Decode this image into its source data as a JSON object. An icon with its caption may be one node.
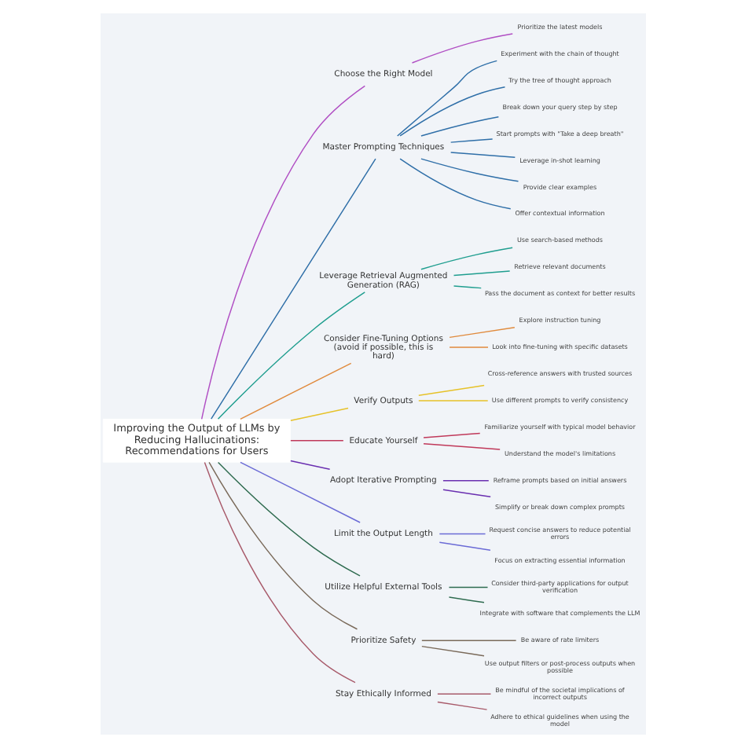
{
  "diagram": {
    "nodes": [
      {
        "text": [
          "Improving the Output of LLMs by Reducing Hallucinations: Recommendations for Users"
        ]
      },
      {
        "text": [
          "Choose the Right Model"
        ]
      },
      {
        "text": [
          "Prioritize the latest models"
        ]
      },
      {
        "text": [
          "Master Prompting Techniques"
        ]
      },
      {
        "text": [
          "Experiment with the chain of thought"
        ]
      },
      {
        "text": [
          "Try the tree of thought approach"
        ]
      },
      {
        "text": [
          "Break down your query step by step"
        ]
      },
      {
        "text": [
          "Start prompts with \"Take a deep breath\""
        ]
      },
      {
        "text": [
          "Leverage in-shot learning"
        ]
      },
      {
        "text": [
          "Provide clear examples"
        ]
      },
      {
        "text": [
          "Offer contextual information"
        ]
      },
      {
        "text": [
          "Leverage Retrieval Augmented Generation (RAG)"
        ]
      },
      {
        "text": [
          "Use search-based methods"
        ]
      },
      {
        "text": [
          "Retrieve relevant documents"
        ]
      },
      {
        "text": [
          "Pass the document as context for better results"
        ]
      },
      {
        "text": [
          "Consider Fine-Tuning Options (avoid if possible, this is hard)"
        ]
      },
      {
        "text": [
          "Explore instruction tuning"
        ]
      },
      {
        "text": [
          "Look into fine-tuning with specific datasets"
        ]
      },
      {
        "text": [
          "Verify Outputs"
        ]
      },
      {
        "text": [
          "Cross-reference answers with trusted sources"
        ]
      },
      {
        "text": [
          "Use different prompts to verify consistency"
        ]
      },
      {
        "text": [
          "Educate Yourself"
        ]
      },
      {
        "text": [
          "Familiarize yourself with typical model behavior"
        ]
      },
      {
        "text": [
          "Understand the model's limitations"
        ]
      },
      {
        "text": [
          "Adopt Iterative Prompting"
        ]
      },
      {
        "text": [
          "Reframe prompts based on initial answers"
        ]
      },
      {
        "text": [
          "Simplify or break down complex prompts"
        ]
      },
      {
        "text": [
          "Limit the Output Length"
        ]
      },
      {
        "text": [
          "Request concise answers to reduce potential errors"
        ]
      },
      {
        "text": [
          "Focus on extracting essential information"
        ]
      },
      {
        "text": [
          "Utilize Helpful External Tools"
        ]
      },
      {
        "text": [
          "Consider third-party applications for output verification"
        ]
      },
      {
        "text": [
          "Integrate with software that complements the LLM"
        ]
      },
      {
        "text": [
          "Prioritize Safety"
        ]
      },
      {
        "text": [
          "Be aware of rate limiters"
        ]
      },
      {
        "text": [
          "Use output filters or post-process outputs when possible"
        ]
      },
      {
        "text": [
          "Stay Ethically Informed"
        ]
      },
      {
        "text": [
          "Be mindful of the societal implications of incorrect outputs"
        ]
      },
      {
        "text": [
          "Adhere to ethical guidelines when using the model"
        ]
      }
    ],
    "edges": [
      {
        "from": 0,
        "to": 1,
        "arrow": "none",
        "color": "#b14fc4"
      },
      {
        "from": 1,
        "to": 2,
        "arrow": "none",
        "color": "#b14fc4"
      },
      {
        "from": 0,
        "to": 3,
        "arrow": "none",
        "color": "#2f6fa8"
      },
      {
        "from": 3,
        "to": 4,
        "arrow": "none",
        "color": "#2f6fa8"
      },
      {
        "from": 3,
        "to": 5,
        "arrow": "none",
        "color": "#2f6fa8"
      },
      {
        "from": 3,
        "to": 6,
        "arrow": "none",
        "color": "#2f6fa8"
      },
      {
        "from": 3,
        "to": 7,
        "arrow": "none",
        "color": "#2f6fa8"
      },
      {
        "from": 3,
        "to": 8,
        "arrow": "none",
        "color": "#2f6fa8"
      },
      {
        "from": 3,
        "to": 9,
        "arrow": "none",
        "color": "#2f6fa8"
      },
      {
        "from": 3,
        "to": 10,
        "arrow": "none",
        "color": "#2f6fa8"
      },
      {
        "from": 0,
        "to": 11,
        "arrow": "none",
        "color": "#1f9e8f"
      },
      {
        "from": 11,
        "to": 12,
        "arrow": "none",
        "color": "#1f9e8f"
      },
      {
        "from": 11,
        "to": 13,
        "arrow": "none",
        "color": "#1f9e8f"
      },
      {
        "from": 11,
        "to": 14,
        "arrow": "none",
        "color": "#1f9e8f"
      },
      {
        "from": 0,
        "to": 15,
        "arrow": "none",
        "color": "#e08a3c"
      },
      {
        "from": 15,
        "to": 16,
        "arrow": "none",
        "color": "#e08a3c"
      },
      {
        "from": 15,
        "to": 17,
        "arrow": "none",
        "color": "#e08a3c"
      },
      {
        "from": 0,
        "to": 18,
        "arrow": "none",
        "color": "#e6c229"
      },
      {
        "from": 18,
        "to": 19,
        "arrow": "none",
        "color": "#e6c229"
      },
      {
        "from": 18,
        "to": 20,
        "arrow": "none",
        "color": "#e6c229"
      },
      {
        "from": 0,
        "to": 21,
        "arrow": "none",
        "color": "#c0395a"
      },
      {
        "from": 21,
        "to": 22,
        "arrow": "none",
        "color": "#c0395a"
      },
      {
        "from": 21,
        "to": 23,
        "arrow": "none",
        "color": "#c0395a"
      },
      {
        "from": 0,
        "to": 24,
        "arrow": "none",
        "color": "#6a2fb0"
      },
      {
        "from": 24,
        "to": 25,
        "arrow": "none",
        "color": "#6a2fb0"
      },
      {
        "from": 24,
        "to": 26,
        "arrow": "none",
        "color": "#6a2fb0"
      },
      {
        "from": 0,
        "to": 27,
        "arrow": "none",
        "color": "#6b6bd6"
      },
      {
        "from": 27,
        "to": 28,
        "arrow": "none",
        "color": "#6b6bd6"
      },
      {
        "from": 27,
        "to": 29,
        "arrow": "none",
        "color": "#6b6bd6"
      },
      {
        "from": 0,
        "to": 30,
        "arrow": "none",
        "color": "#2e6b4f"
      },
      {
        "from": 30,
        "to": 31,
        "arrow": "none",
        "color": "#2e6b4f"
      },
      {
        "from": 30,
        "to": 32,
        "arrow": "none",
        "color": "#2e6b4f"
      },
      {
        "from": 0,
        "to": 33,
        "arrow": "none",
        "color": "#7a6a5a"
      },
      {
        "from": 33,
        "to": 34,
        "arrow": "none",
        "color": "#7a6a5a"
      },
      {
        "from": 33,
        "to": 35,
        "arrow": "none",
        "color": "#7a6a5a"
      },
      {
        "from": 0,
        "to": 36,
        "arrow": "none",
        "color": "#a85a6a"
      },
      {
        "from": 36,
        "to": 37,
        "arrow": "none",
        "color": "#a85a6a"
      },
      {
        "from": 36,
        "to": 38,
        "arrow": "none",
        "color": "#a85a6a"
      }
    ]
  }
}
